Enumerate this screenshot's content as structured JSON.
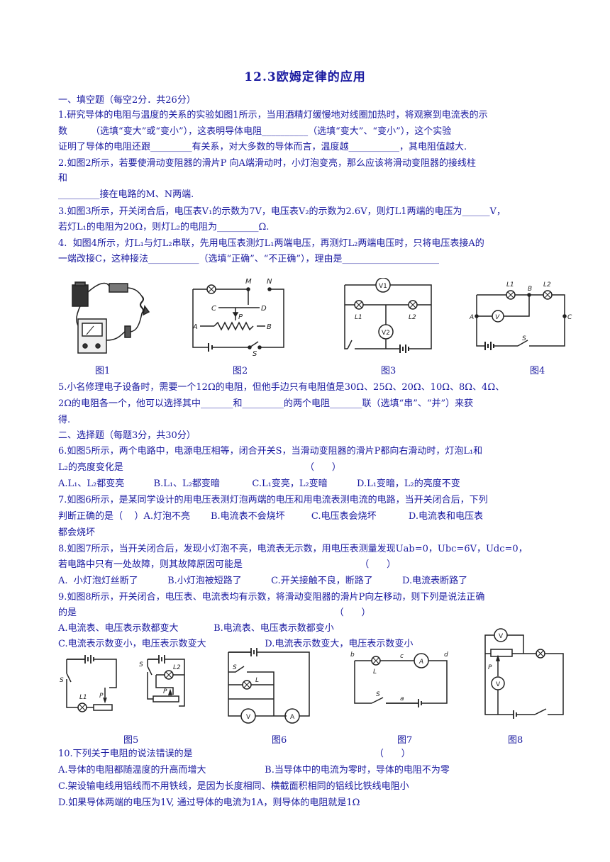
{
  "title": "12.3欧姆定律的应用",
  "lines": [
    "一、填空题（每空2分．共26分）",
    "1.研究导体的电阻与温度的关系的实验如图1所示，当用酒精灯缓慢地对线圈加热时，将观察到电流表的示",
    "数        （选填“变大”或“变小”），这表明导体电阻__________（选填“变大”、“变小”），这个实验",
    "证明了导体的电阻还跟_________有关系，对大多数的导体而言，温度越___________，其电阻值越大.",
    "2.如图2所示，若要使滑动变阻器的滑片P 向A端滑动时，小灯泡变亮，那么应该将滑动变阻器的接线柱",
    "和",
    "_________接在电路的M、N两端.",
    "3.如图3所示，开关闭合后，电压表V₁的示数为7V，电压表V₂的示数为2.6V，则灯L1两端的电压为______V，",
    "若灯L₁的电阻为20Ω，则灯L₂的电阻为_________Ω.",
    "4.  如图4所示，灯L₁与灯L₂串联，先用电压表测灯L₁两端电压，再测灯L₂两端电压时，只将电压表接A的",
    "一端改接C，这种接法___________（选填“正确”、“不正确”），理由是_____________________",
    "5.小名修理电子设备时，需要一个12Ω的电阻，但他手边只有电阻值是30Ω、25Ω、20Ω、10Ω、8Ω、4Ω、",
    "2Ω的电阻各一个，他可以选择其中_______和_________的两个电阻_______联（选填“串”、“并”）来获",
    "得.",
    "二、选择题（每题3分，共30分）",
    "6.如图5所示，两个电路中，电源电压相等，闭合开关S，当滑动变阻器的滑片P都向右滑动时，灯泡L₁和",
    "L₂的亮度变化是                                                              （      ）",
    "A.L₁、L₂都变亮          B.L₁、L₂都变暗           C.L₁变亮，L₂变暗          D.L₁变暗，L₂的亮度不变",
    "7.如图6所示，是某同学设计的用电压表测灯泡两端的电压和用电流表测电流的电路，当开关闭合后，下列",
    "判断正确的是（    ）A.灯泡不亮       B.电流表不会烧坏         C.电压表会烧坏           D.电流表和电压表",
    "都会烧坏",
    "8.如图7所示，当开关闭合后，发现小灯泡不亮，电流表无示数，用电压表测量发现Uab=0，Ubc=6V，Udc=0，",
    "若电路中只有一处故障，则其故障原因可能是                                        （      ）",
    "A.  小灯泡灯丝断了          B.小灯泡被短路了          C.开关接触不良，断路了          D.电流表断路了",
    "9.如图8所示，开关闭合，电压表、电流表均有示数，将滑动变阻器的滑片P向左移动，则下列是说法正确",
    "的是                                                                                        （      ）",
    "A.电流表、电压表示数都变大            B.电流表、电压表示数都变小",
    "C.电流表示数变小，电压表示数变大                    D.电流表示数变大，电压表示数变小",
    "10.下列关于电阻的说法错误的是                                                              （      ）",
    "A.导体的电阻都随温度的升高而增大                    B.当导体中的电流为零时，导体的电阻不为零",
    "C.架设输电线用铝线而不用铁线，是因为长度相同、横截面积相同的铝线比铁线电阻小",
    "D.如果导体两端的电压为1V, 通过导体的电流为1A，则导体的电阻就是1Ω"
  ],
  "captions_row1": [
    "图1",
    "图2",
    "图3",
    "图4"
  ],
  "captions_row2": [
    "图5",
    "图6",
    "图7",
    "图8"
  ],
  "fig_labels": {
    "f2": [
      "M",
      "N",
      "C",
      "D",
      "P",
      "A",
      "B",
      "S"
    ],
    "f3": [
      "V1",
      "L1",
      "L2",
      "V2"
    ],
    "f4": [
      "L1",
      "B",
      "L2",
      "A",
      "V",
      "C",
      "S"
    ],
    "f5": [
      "S",
      "L1",
      "P",
      "S",
      "L2",
      "P"
    ],
    "f6": [
      "S",
      "L",
      "V",
      "A"
    ],
    "f7": [
      "b",
      "L",
      "c",
      "A",
      "d",
      "S",
      "a"
    ],
    "f8": [
      "V",
      "P",
      "V"
    ]
  }
}
